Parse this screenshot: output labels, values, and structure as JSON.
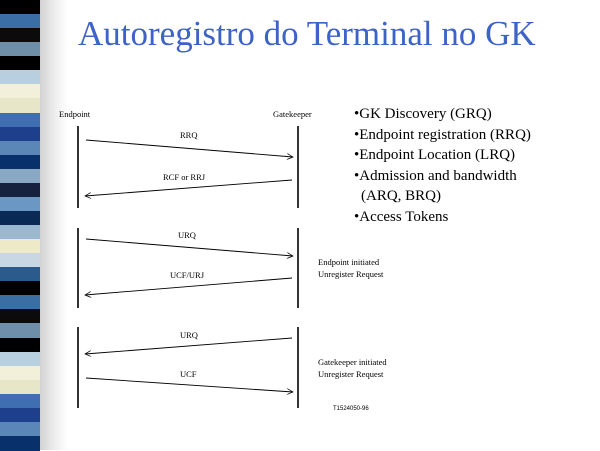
{
  "slide": {
    "title": "Autoregistro do Terminal no GK",
    "stripe_colors": [
      "#000000",
      "#6f8fa8",
      "#f2f0d8",
      "#1e3f8c",
      "#88a8c4",
      "#0a2a55",
      "#c9d7e3",
      "#3c6ea6",
      "#000000",
      "#e8e6c8",
      "#5a86b8",
      "#16213f",
      "#9ab8d0",
      "#2b5a8c",
      "#0b0b0b",
      "#b8cfe0",
      "#3f6fb0",
      "#08306b",
      "#6a97c4",
      "#eeeac8"
    ]
  },
  "diagram": {
    "endpoint_label": "Endpoint",
    "gatekeeper_label": "Gatekeeper",
    "messages": {
      "rrq": "RRQ",
      "rcf_rrj": "RCF or RRJ",
      "urq_1": "URQ",
      "ucf_urj": "UCF/URJ",
      "urq_2": "URQ",
      "ucf": "UCF"
    },
    "notes": {
      "endpoint_initiated_1": "Endpoint initiated",
      "endpoint_initiated_2": "Unregister Request",
      "gatekeeper_initiated_1": "Gatekeeper initiated",
      "gatekeeper_initiated_2": "Unregister Request"
    },
    "figure_id": "T1524050-96"
  },
  "bullets": {
    "gk_discovery": "•GK Discovery (GRQ)",
    "registration": "•Endpoint registration (RRQ)",
    "location": "•Endpoint Location (LRQ)",
    "admission_1": "•Admission and bandwidth",
    "admission_2": "(ARQ, BRQ)",
    "tokens": "•Access Tokens"
  }
}
